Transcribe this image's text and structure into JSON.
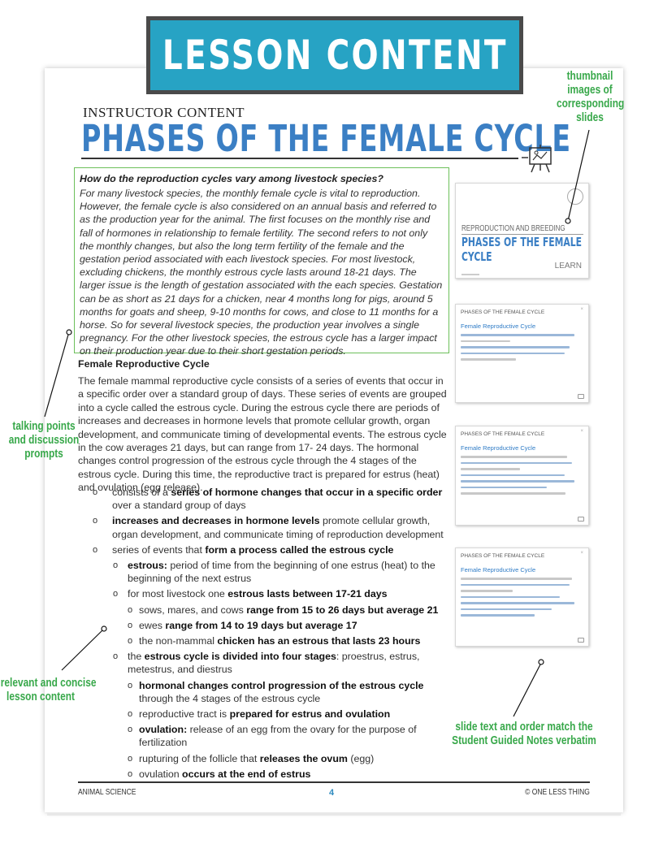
{
  "banner": {
    "label": "LESSON CONTENT"
  },
  "header": {
    "kicker": "INSTRUCTOR CONTENT",
    "title": "PHASES OF THE FEMALE CYCLE"
  },
  "question_box": {
    "heading": "How do the reproduction cycles vary among livestock species?",
    "body": "For many livestock species, the monthly female cycle is vital to reproduction. However, the female cycle is also considered on an annual basis and referred to as the production year for the animal. The first focuses on the monthly rise and fall of hormones in relationship to female fertility. The second refers to not only the monthly changes, but also the long term fertility of the female and the gestation period associated with each livestock species. For most livestock, excluding chickens, the monthly estrous cycle lasts around 18-21 days. The larger issue is the length of gestation associated with the each species. Gestation can be as short as 21 days for a chicken, near 4 months long for pigs, around 5 months for goats and sheep, 9-10 months for cows, and close to 11 months for a horse. So for several livestock species, the production year involves a single pregnancy. For the other livestock species, the estrous cycle has a larger impact on their production year due to their short gestation periods."
  },
  "section": {
    "title": "Female Reproductive Cycle",
    "paragraph": "The female mammal reproductive cycle consists of a series of events that occur in a specific order over a standard group of days. These series of events are grouped into a cycle called the estrous cycle. During the estrous cycle there are periods of increases and decreases in hormone levels that promote cellular growth, organ development, and communicate timing of developmental events. The estrous cycle in the cow averages 21 days, but can range from 17- 24 days. The hormonal changes control progression of the estrous cycle through the 4 stages of the estrous cycle. During this time, the reproductive tract is prepared for estrus (heat) and ovulation (egg release)."
  },
  "bullets": {
    "b1": {
      "pre": "consists of a ",
      "bold": "series of hormone changes that occur in a specific order",
      "post": " over a standard group of days"
    },
    "b2": {
      "pre": "",
      "bold": "increases and decreases in hormone levels",
      "post": " promote cellular growth, organ development, and communicate timing of reproduction development"
    },
    "b3": {
      "pre": "series of events that ",
      "bold": "form a process called the estrous cycle",
      "post": ""
    },
    "b3a": {
      "bold": "estrous:",
      "post": " period of time from the beginning of one estrus (heat) to the beginning of the next estrus"
    },
    "b3b": {
      "pre": "for most livestock one ",
      "bold": "estrous lasts between 17-21 days"
    },
    "b3b1": {
      "pre": "sows, mares, and cows ",
      "bold": "range from 15 to 26 days but average 21"
    },
    "b3b2": {
      "pre": "ewes ",
      "bold": "range from 14 to 19 days but average 17"
    },
    "b3b3": {
      "pre": "the non-mammal ",
      "bold": "chicken has an estrous that lasts 23 hours"
    },
    "b3c": {
      "pre": "the ",
      "bold": "estrous cycle is divided into four stages",
      "post": ": proestrus, estrus, metestrus, and diestrus"
    },
    "b3c1": {
      "bold": "hormonal changes control progression of the estrous cycle",
      "post": " through the 4 stages of the estrous cycle"
    },
    "b3c2": {
      "pre": "reproductive tract is ",
      "bold": "prepared for estrus and ovulation"
    },
    "b3c3": {
      "bold": "ovulation:",
      "post": " release of an egg from the ovary for the purpose of fertilization"
    },
    "b3c4": {
      "pre": "rupturing of the follicle that ",
      "bold": "releases the ovum",
      "post": " (egg)"
    },
    "b3c5": {
      "pre": "ovulation ",
      "bold": "occurs at the end of estrus"
    }
  },
  "slides": {
    "title_slide": {
      "subtitle": "REPRODUCTION AND BREEDING",
      "title_line1": "PHASES OF THE FEMALE",
      "title_line2": "CYCLE",
      "tag": "LEARN"
    },
    "content_slide": {
      "header": "PHASES OF THE FEMALE CYCLE",
      "subtitle": "Female Reproductive Cycle"
    }
  },
  "footer": {
    "left": "ANIMAL SCIENCE",
    "page": "4",
    "right": "© ONE LESS THING"
  },
  "annotations": {
    "thumbnails": [
      "thumbnail",
      "images of",
      "corresponding",
      "slides"
    ],
    "talking_points": [
      "talking points",
      "and discussion",
      "prompts"
    ],
    "lesson": [
      "relevant and concise",
      "lesson content"
    ],
    "verbatim": [
      "slide text and order match the",
      "Student Guided Notes verbatim"
    ]
  },
  "colors": {
    "banner": "#27a3c4",
    "title": "#3b7fc4",
    "annotation": "#38a84a",
    "box_border": "#6cbf5a"
  }
}
